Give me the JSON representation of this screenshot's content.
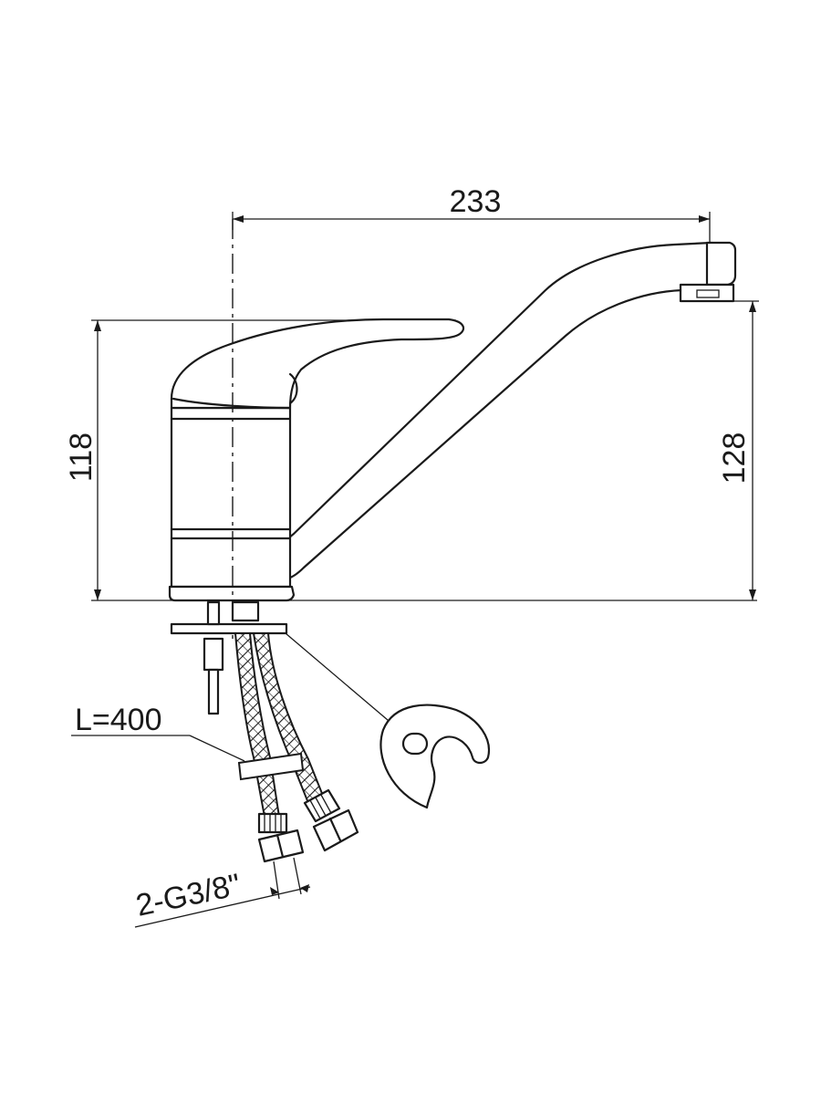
{
  "dimensions": {
    "spout_reach": "233",
    "body_height": "118",
    "spout_height": "128",
    "hose_length": "L=400",
    "connection_thread": "2-G3/8\""
  }
}
